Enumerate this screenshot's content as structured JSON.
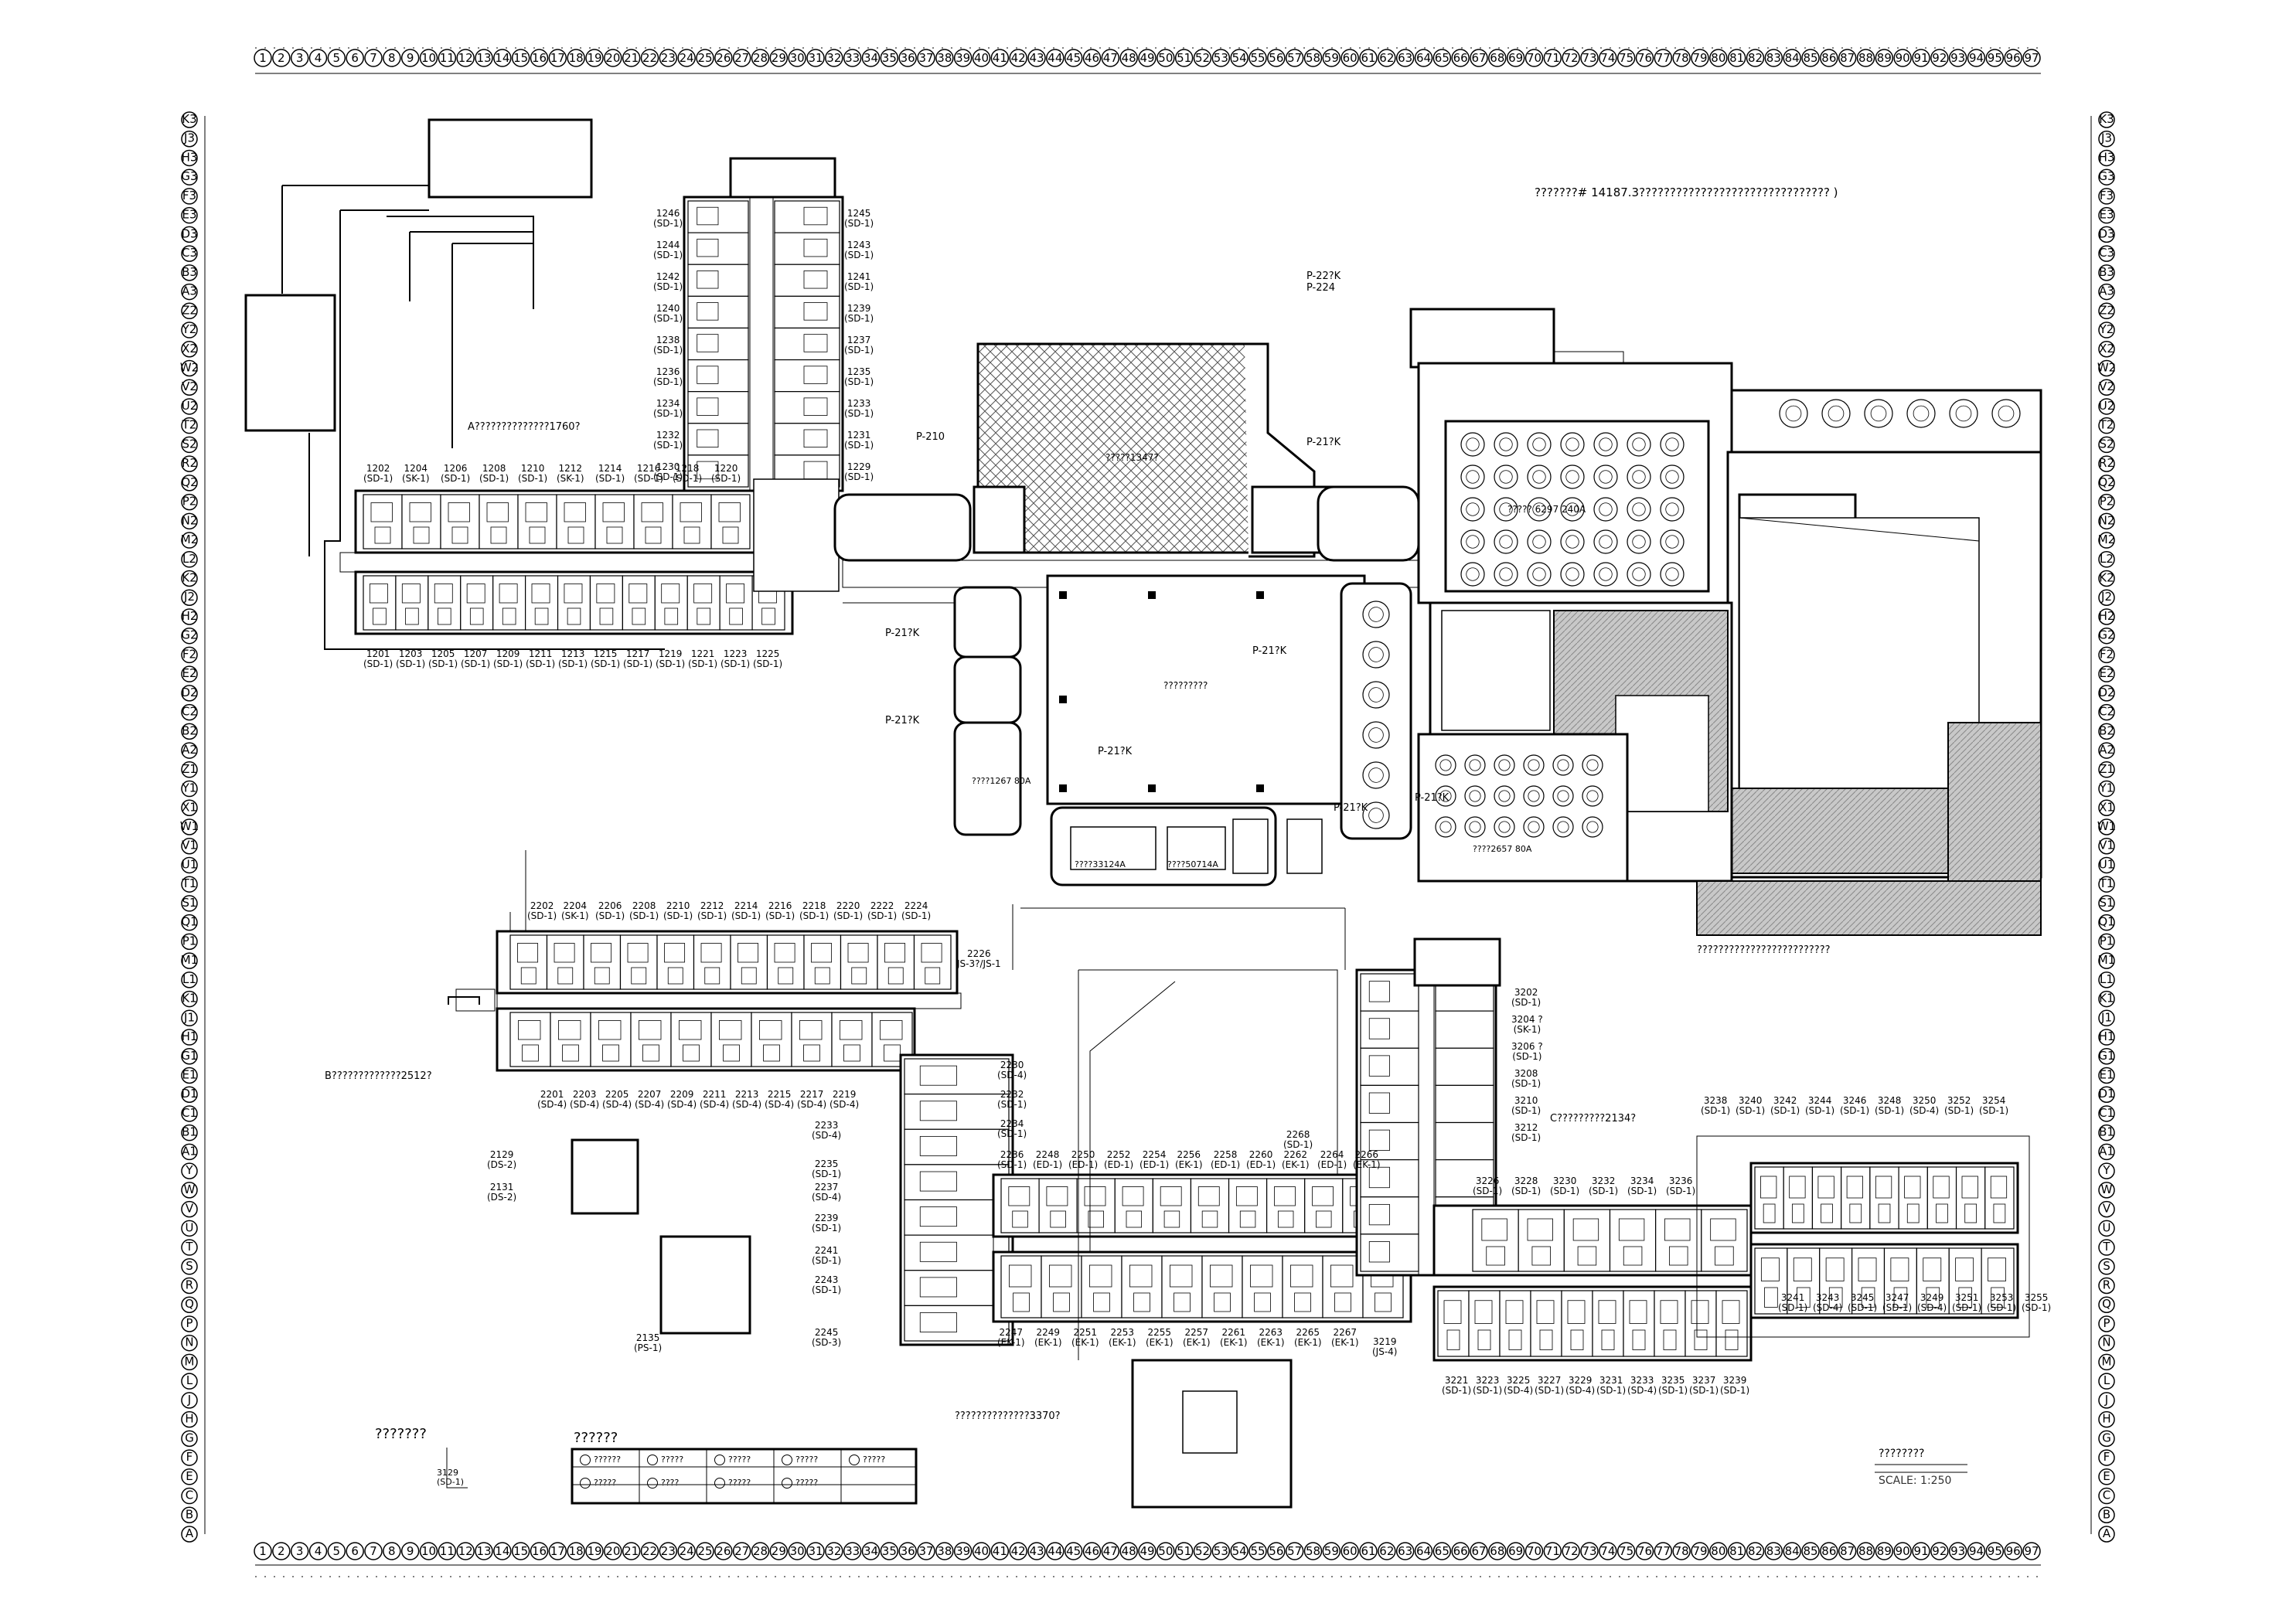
{
  "grid": {
    "columns": [
      "1",
      "2",
      "3",
      "4",
      "5",
      "6",
      "7",
      "8",
      "9",
      "10",
      "11",
      "12",
      "13",
      "14",
      "15",
      "16",
      "17",
      "18",
      "19",
      "20",
      "21",
      "22",
      "23",
      "24",
      "25",
      "26",
      "27",
      "28",
      "29",
      "30",
      "31",
      "32",
      "33",
      "34",
      "35",
      "36",
      "37",
      "38",
      "39",
      "40",
      "41",
      "42",
      "43",
      "44",
      "45",
      "46",
      "47",
      "48",
      "49",
      "50",
      "51",
      "52",
      "53",
      "54",
      "55",
      "56",
      "57",
      "58",
      "59",
      "60",
      "61",
      "62",
      "63",
      "64",
      "65",
      "66",
      "67",
      "68",
      "69",
      "70",
      "71",
      "72",
      "73",
      "74",
      "75",
      "76",
      "77",
      "78",
      "79",
      "80",
      "81",
      "82",
      "83",
      "84",
      "85",
      "86",
      "87",
      "88",
      "89",
      "90",
      "91",
      "92",
      "93",
      "94",
      "95",
      "96",
      "97"
    ],
    "rows": [
      "A",
      "B",
      "C",
      "E",
      "F",
      "G",
      "H",
      "J",
      "L",
      "M",
      "N",
      "P",
      "Q",
      "R",
      "S",
      "T",
      "U",
      "V",
      "W",
      "Y",
      "A1",
      "B1",
      "C1",
      "D1",
      "E1",
      "G1",
      "H1",
      "J1",
      "K1",
      "L1",
      "M1",
      "P1",
      "Q1",
      "S1",
      "T1",
      "U1",
      "V1",
      "W1",
      "X1",
      "Y1",
      "Z1",
      "A2",
      "B2",
      "C2",
      "D2",
      "E2",
      "F2",
      "G2",
      "H2",
      "J2",
      "K2",
      "L2",
      "M2",
      "N2",
      "P2",
      "Q2",
      "R2",
      "S2",
      "T2",
      "U2",
      "V2",
      "W2",
      "X2",
      "Y2",
      "Z2",
      "A3",
      "B3",
      "C3",
      "D3",
      "E3",
      "F3",
      "G3",
      "H3",
      "J3",
      "K3"
    ]
  },
  "header": {
    "area_note": "???????# 14187.3??????????????????????????????? )"
  },
  "zones": {
    "a_note": "A??????????????1760?",
    "b_note": "B?????????????2512?",
    "c_note": "C?????????2134?",
    "d_note": "??????????????3370?",
    "red_note": "?????????????????????????"
  },
  "wing_a": {
    "north_rooms": [
      "1202\n(SD-1)",
      "1204\n(SK-1)",
      "1206\n(SD-1)",
      "1208\n(SD-1)",
      "1210\n(SD-1)",
      "1212\n(SK-1)",
      "1214\n(SD-1)",
      "1216\n(SD-1)",
      "1218\n(SD-1)",
      "1220\n(SD-1)"
    ],
    "south_rooms": [
      "1201\n(SD-1)",
      "1203\n(SD-1)",
      "1205\n(SD-1)",
      "1207\n(SD-1)",
      "1209\n(SD-1)",
      "1211\n(SD-1)",
      "1213\n(SD-1)",
      "1215\n(SD-1)",
      "1217\n(SD-1)",
      "1219\n(SD-1)",
      "1221\n(SD-1)",
      "1223\n(SD-1)",
      "1225\n(SD-1)"
    ],
    "tower_west": [
      "1246",
      "1244",
      "1242",
      "1240",
      "1238",
      "1236",
      "1234",
      "1232",
      "1230"
    ],
    "tower_east": [
      "1245",
      "1243",
      "1241",
      "1239",
      "1237",
      "1235",
      "1233",
      "1231",
      "1229"
    ],
    "tower_type": "(SD-1)"
  },
  "wing_b": {
    "north_rooms": [
      "2202",
      "2204",
      "2206",
      "2208",
      "2210",
      "2212",
      "2214",
      "2216",
      "2218",
      "2220",
      "2222",
      "2224"
    ],
    "north_types": [
      "(SD-1)",
      "(SK-1)",
      "(SD-1)",
      "(SD-1)",
      "(SD-1)",
      "(SD-1)",
      "(SD-1)",
      "(SD-1)",
      "(SD-1)",
      "(SD-1)",
      "(SD-1)",
      "(SD-1)"
    ],
    "south_rooms": [
      "2201",
      "2203",
      "2205",
      "2207",
      "2209",
      "2211",
      "2213",
      "2215",
      "2217",
      "2219"
    ],
    "south_types": [
      "(SD-4)",
      "(SD-4)",
      "(SD-4)",
      "(SD-4)",
      "(SD-4)",
      "(SD-4)",
      "(SD-4)",
      "(SD-4)",
      "(SD-4)",
      "(SD-4)"
    ],
    "end_room": "2226\nJS-3?/JS-1",
    "mid_rooms": [
      "2230\n(SD-4)",
      "2232\n(SD-1)",
      "2234\n(SD-1)",
      "2233\n(SD-4)",
      "2235\n(SD-1)",
      "2237\n(SD-4)",
      "2239\n(SD-1)",
      "2241\n(SD-1)",
      "2243\n(SD-1)",
      "2245\n(SD-3)"
    ],
    "lower_north": [
      "2236\n(SD-1)",
      "2248\n(ED-1)",
      "2250\n(ED-1)",
      "2252\n(ED-1)",
      "2254\n(ED-1)",
      "2256\n(EK-1)",
      "2258\n(ED-1)",
      "2260\n(ED-1)",
      "2262\n(EK-1)",
      "2264\n(ED-1)",
      "2266\n(EK-1)"
    ],
    "lower_south": [
      "2247\n(EK-1)",
      "2249\n(EK-1)",
      "2251\n(EK-1)",
      "2253\n(EK-1)",
      "2255\n(EK-1)",
      "2257\n(EK-1)",
      "2261\n(EK-1)",
      "2263\n(EK-1)",
      "2265\n(EK-1)",
      "2267\n(EK-1)"
    ],
    "side_rooms": [
      "2129\n(DS-2)",
      "2131\n(DS-2)",
      "2135\n(PS-1)"
    ],
    "room_2268": "2268\n(SD-1)"
  },
  "wing_c": {
    "west_rooms": [
      "3202\n(SD-1)",
      "3204 ?\n(SK-1)",
      "3206 ?\n(SD-1)",
      "3208\n(SD-1)",
      "3210\n(SD-1)",
      "3212\n(SD-1)"
    ],
    "north_rooms": [
      "3226\n(SD-1)",
      "3228\n(SD-1)",
      "3230\n(SD-1)",
      "3232\n(SD-1)",
      "3234\n(SD-1)",
      "3236\n(SD-1)"
    ],
    "south_rooms": [
      "3221",
      "3223",
      "3225",
      "3227",
      "3229",
      "3231",
      "3233",
      "3235",
      "3237",
      "3239"
    ],
    "south_types": [
      "(SD-1)",
      "(SD-1)",
      "(SD-4)",
      "(SD-1)",
      "(SD-4)",
      "(SD-1)",
      "(SD-4)",
      "(SD-1)",
      "(SD-1)",
      "(SD-1)"
    ],
    "east_north": [
      "3238",
      "3240",
      "3242",
      "3244",
      "3246",
      "3248",
      "3250",
      "3252",
      "3254"
    ],
    "east_north_types": [
      "(SD-1)",
      "(SD-1)",
      "(SD-1)",
      "(SD-1)",
      "(SD-1)",
      "(SD-1)",
      "(SD-4)",
      "(SD-1)",
      "(SD-1)"
    ],
    "east_south": [
      "3241",
      "3243",
      "3245",
      "3247",
      "3249",
      "3251",
      "3253",
      "3255"
    ],
    "east_south_types": [
      "(SD-1)",
      "(SD-4)",
      "(SD-1)",
      "(SD-1)",
      "(SD-4)",
      "(SD-1)",
      "(SD-1)",
      "(SD-1)"
    ],
    "js": "3219\n(JS-4)"
  },
  "spaces": {
    "ballroom": "?????1347?",
    "hall": "?????????",
    "banquet": "????? 6297 240A",
    "meeting_1": "????1267 80A",
    "meeting_2": "????33124A",
    "meeting_3": "????50714A",
    "meeting_4": "????2657 80A",
    "p_labels": [
      "P-22?K\nP-224",
      "P-210",
      "P-21?K",
      "P-21?K",
      "P-21?K",
      "P-21?K",
      "P-21?K",
      "P-21?K",
      "P-21?K"
    ]
  },
  "legend": {
    "room_code_title": "???????",
    "room_type_title": "??????",
    "room_code_sample": "3129\n(SD-1)",
    "items": [
      "??????",
      "?????",
      "?????",
      "?????",
      "?????",
      "?????",
      "????",
      "?????",
      "?????"
    ]
  },
  "title_block": {
    "title": "????????",
    "scale": "SCALE:    1:250"
  }
}
